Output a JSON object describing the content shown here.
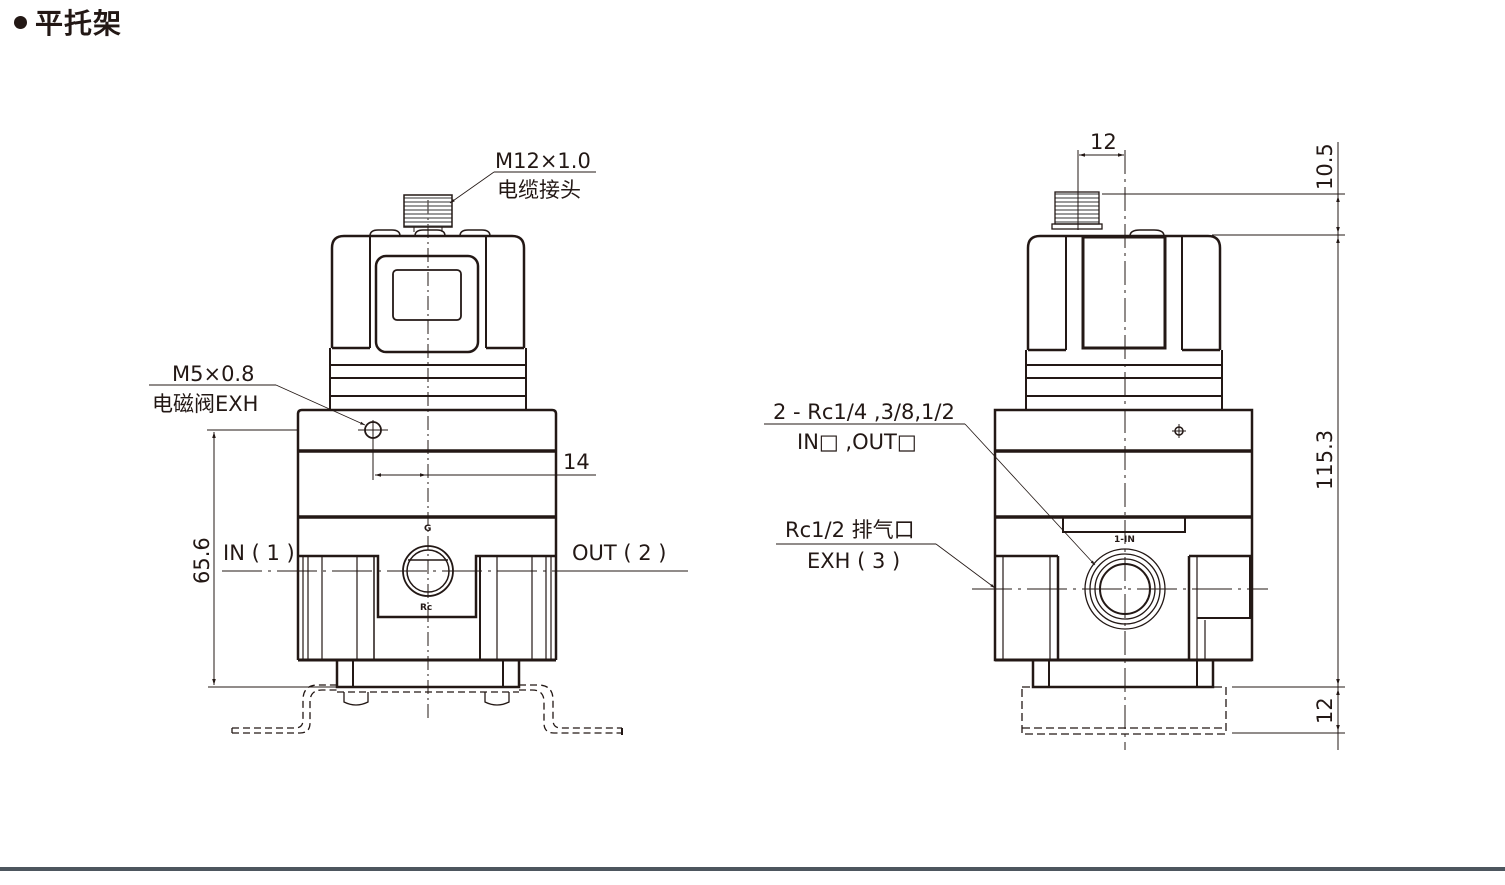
{
  "page": {
    "title": "平托架"
  },
  "front_view": {
    "callouts": {
      "cable_connector_spec": "M12×1.0",
      "cable_connector_name": "电缆接头",
      "solenoid_exh_spec": "M5×0.8",
      "solenoid_exh_name": "电磁阀EXH"
    },
    "ports": {
      "in_label": "IN ( 1 )",
      "out_label": "OUT ( 2 )",
      "gauge_mark": "G",
      "rc_mark": "Rc"
    },
    "dimensions": {
      "exh_offset": "14",
      "height_to_port": "65.6"
    }
  },
  "side_view": {
    "callouts": {
      "port_spec": "2 - Rc1/4 ,3/8,1/2",
      "port_names": "IN□ ,OUT□",
      "exhaust_spec": "Rc1/2 排气口",
      "exhaust_name": "EXH ( 3 )"
    },
    "ports": {
      "in_mark": "1-IN"
    },
    "dimensions": {
      "connector_width": "12",
      "connector_height": "10.5",
      "body_height": "115.3",
      "bracket_height": "12"
    }
  },
  "colors": {
    "ink": "#231815",
    "footer_bar": "#4d565e",
    "background": "#ffffff"
  }
}
